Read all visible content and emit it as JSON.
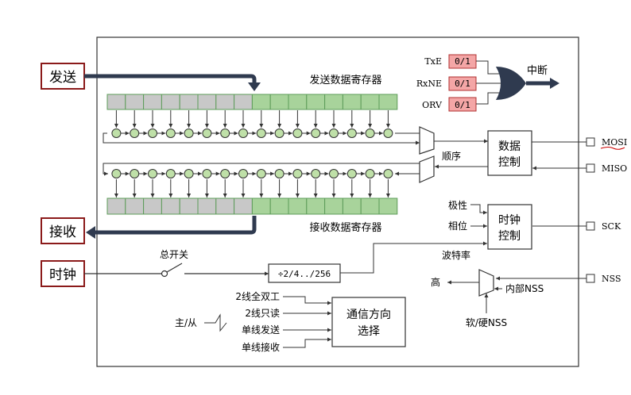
{
  "labels": {
    "send": "发送",
    "receive": "接收",
    "clock": "时钟",
    "tx_register": "发送数据寄存器",
    "rx_register": "接收数据寄存器",
    "interrupt": "中断",
    "sequence": "顺序",
    "data_control": [
      "数据",
      "控制"
    ],
    "clock_control": [
      "时钟",
      "控制"
    ],
    "polarity": "极性",
    "phase": "相位",
    "baud_rate": "波特率",
    "master_switch": "总开关",
    "divider": "÷2/4../256",
    "comm_direction": [
      "通信方向",
      "选择"
    ],
    "high": "高",
    "internal_nss": "内部NSS",
    "soft_hard_nss": "软/硬NSS",
    "master_slave": "主/从"
  },
  "flags": [
    {
      "name": "TxE",
      "value": "0/1"
    },
    {
      "name": "RxNE",
      "value": "0/1"
    },
    {
      "name": "ORV",
      "value": "0/1"
    }
  ],
  "pins": [
    "MOSI",
    "MISO",
    "SCK",
    "NSS"
  ],
  "modes": [
    "2线全双工",
    "2线只读",
    "单线发送",
    "单线接收"
  ],
  "colors": {
    "frame": "#333333",
    "callout_border": "#8b1a1a",
    "arrow_dark": "#2f3a4f",
    "flag_fill": "#f4a6a6",
    "flag_border": "#b03030",
    "reg_gray": "#c8c8c8",
    "reg_green": "#a8d39b",
    "reg_border": "#5d9c59",
    "circle_fill": "#bfe0a8",
    "mosi_underline": "#cc0000"
  }
}
